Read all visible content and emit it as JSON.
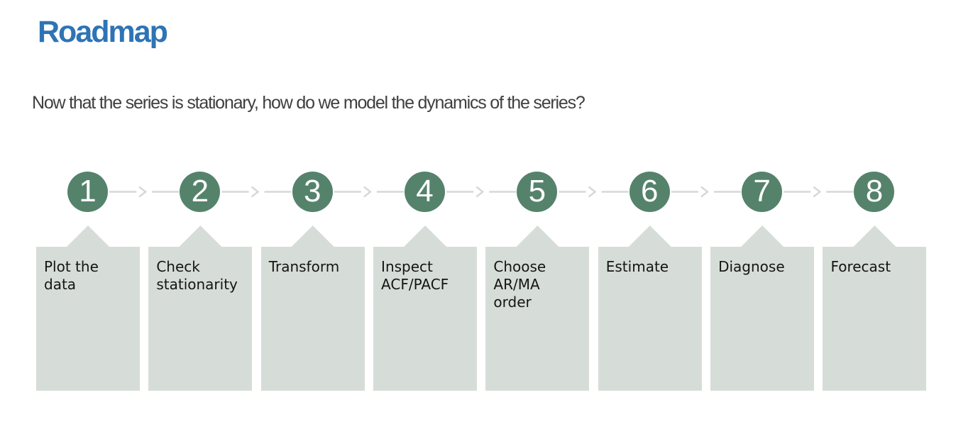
{
  "slide": {
    "title": "Roadmap",
    "subtitle": "Now that the series is stationary, how do we model the dynamics of the series?"
  },
  "roadmap": {
    "type": "process-flow",
    "steps": [
      {
        "number": "1",
        "label": "Plot the\ndata"
      },
      {
        "number": "2",
        "label": "Check\nstationarity"
      },
      {
        "number": "3",
        "label": "Transform"
      },
      {
        "number": "4",
        "label": "Inspect\nACF/PACF"
      },
      {
        "number": "5",
        "label": "Choose\nAR/MA\norder"
      },
      {
        "number": "6",
        "label": "Estimate"
      },
      {
        "number": "7",
        "label": "Diagnose"
      },
      {
        "number": "8",
        "label": "Forecast"
      }
    ]
  },
  "colors": {
    "title_blue": "#2e74b5",
    "subtitle_gray": "#3f3f3f",
    "circle_green": "#55826b",
    "box_gray": "#d6ddd8",
    "connector_gray": "#d4dad6",
    "label_text": "#141414"
  }
}
